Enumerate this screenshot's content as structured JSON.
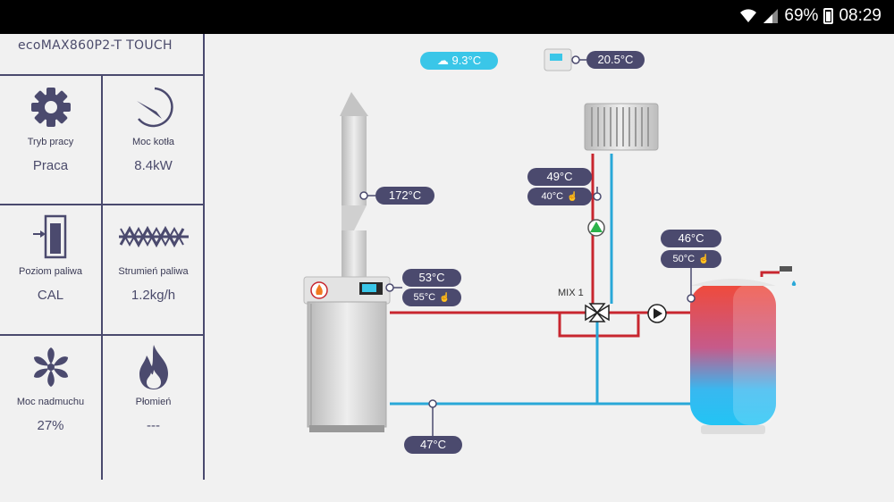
{
  "statusbar": {
    "battery": "69%",
    "time": "08:29"
  },
  "panel": {
    "title": "ecoMAX860P2-T TOUCH",
    "tiles": [
      {
        "label": "Tryb pracy",
        "value": "Praca",
        "icon": "gear-icon"
      },
      {
        "label": "Moc kotła",
        "value": "8.4kW",
        "icon": "gauge-icon"
      },
      {
        "label": "Poziom paliwa",
        "value": "CAL",
        "icon": "fuel-hopper-icon"
      },
      {
        "label": "Strumień paliwa",
        "value": "1.2kg/h",
        "icon": "auger-icon"
      },
      {
        "label": "Moc nadmuchu",
        "value": "27%",
        "icon": "fan-icon"
      },
      {
        "label": "Płomień",
        "value": "---",
        "icon": "flame-icon"
      }
    ]
  },
  "diagram": {
    "outdoor_temp": "9.3°C",
    "room_temp": "20.5°C",
    "flue_temp": "172°C",
    "boiler_temp": "53°C",
    "boiler_set": "55°C",
    "circuit_temp": "49°C",
    "circuit_set": "40°C",
    "tank_temp": "46°C",
    "tank_set": "50°C",
    "return_temp": "47°C",
    "mixer_label": "MIX 1"
  },
  "colors": {
    "supply": "#c8262f",
    "return": "#29a8d8",
    "accent": "#4b4a6e",
    "outdoor_badge": "#3ac6e8"
  }
}
